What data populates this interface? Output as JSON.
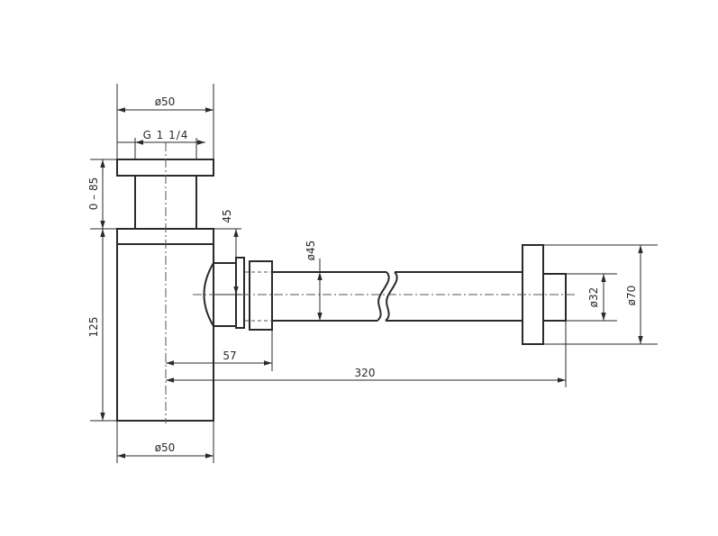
{
  "drawing": {
    "labels": {
      "top_diameter": "ø50",
      "thread": "G 1 1/4",
      "height_adjust": "0 – 85",
      "offset_45": "45",
      "body_height": "125",
      "pipe_diameter": "ø45",
      "offset_57": "57",
      "length_320": "320",
      "outlet_diameter": "ø32",
      "flange_diameter": "ø70",
      "bottom_diameter": "ø50"
    }
  }
}
